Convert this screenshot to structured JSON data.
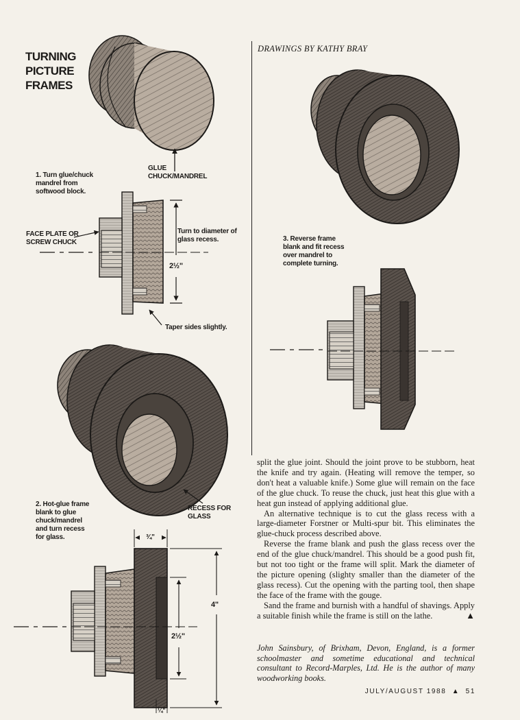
{
  "article": {
    "title_lines": [
      "TURNING",
      "PICTURE",
      "FRAMES"
    ],
    "credit": "DRAWINGS BY KATHY BRAY"
  },
  "figures": {
    "fig1": {
      "caption_lines": [
        "1. Turn glue/chuck",
        "mandrel from",
        "softwood block."
      ],
      "label_glue_lines": [
        "GLUE",
        "CHUCK/MANDREL"
      ],
      "label_faceplate_lines": [
        "FACE PLATE OR",
        "SCREW CHUCK"
      ],
      "label_turn_lines": [
        "Turn to diameter of",
        "glass recess."
      ],
      "dimension": "2½\"",
      "label_taper": "Taper sides slightly."
    },
    "fig2": {
      "caption_lines": [
        "2. Hot-glue frame",
        "blank to glue",
        "chuck/mandrel",
        "and turn recess",
        "for glass."
      ],
      "label_recess_lines": [
        "RECESS FOR",
        "GLASS"
      ],
      "dim_width": "¾\"",
      "dim_outer": "4\"",
      "dim_inner": "2½\"",
      "dim_small": "¼\""
    },
    "fig3": {
      "caption_lines": [
        "3. Reverse frame",
        "blank and fit recess",
        "over mandrel to",
        "complete turning."
      ]
    }
  },
  "body": {
    "paragraphs": [
      "split the glue joint. Should the joint prove to be stubborn, heat the knife and try again. (Heating will remove the temper, so don't heat a valuable knife.) Some glue will remain on the face of the glue chuck. To reuse the chuck, just heat this glue with a heat gun instead of applying additional glue.",
      "An alternative technique is to cut the glass recess with a large-diameter Forstner or Multi-spur bit. This eliminates the glue-chuck process described above.",
      "Reverse the frame blank and push the glass recess over the end of the glue chuck/mandrel. This should be a good push fit, but not too tight or the frame will split. Mark the diameter of the picture opening (slighty smaller than the diameter of the glass recess). Cut the opening with the parting tool, then shape the face of the frame with the gouge.",
      "Sand the frame and burnish with a handful of shavings. Apply a suitable finish while the frame is still on the lathe."
    ],
    "end_mark": "▲",
    "bio": "John Sainsbury, of Brixham, Devon, England, is a former schoolmaster and sometime educational and technical consultant to Record-Marples, Ltd. He is the author of many woodworking books."
  },
  "footer": {
    "issue": "JULY/AUGUST 1988",
    "marker": "▲",
    "page": "51"
  },
  "colors": {
    "paper": "#f4f1ea",
    "wood_light": "#b9ada0",
    "wood_dark": "#5a524c",
    "ink": "#1c1a18"
  }
}
